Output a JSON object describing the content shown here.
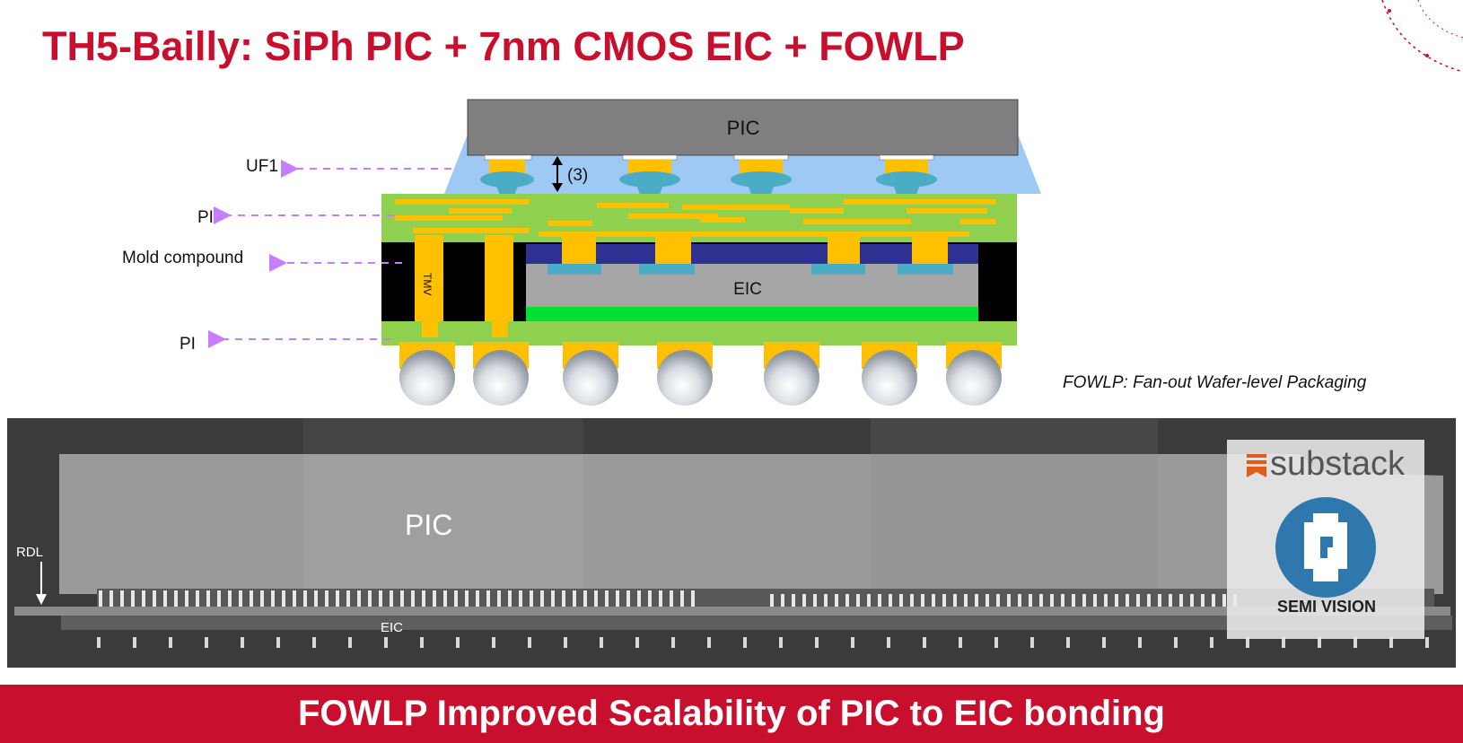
{
  "slide": {
    "title": "TH5-Bailly: SiPh PIC + 7nm CMOS EIC + FOWLP",
    "bottom_banner": "FOWLP Improved Scalability of PIC to EIC bonding",
    "accent_color": "#c8102e"
  },
  "schematic": {
    "pic_label": "PIC",
    "eic_label": "EIC",
    "tmv_label": "TMV",
    "gap_label": "(3)",
    "callouts": [
      "UF1",
      "PI",
      "Mold compound",
      "PI"
    ],
    "note": "FOWLP: Fan-out Wafer-level Packaging",
    "colors": {
      "pic": "#7f7f7f",
      "underfill": "#9ec9f5",
      "pi": "#8fd14f",
      "copper": "#ffc000",
      "mold": "#000000",
      "eic": "#a6a6a6",
      "dark_blue": "#2e3192",
      "pad": "#4bacc6",
      "green_die_attach": "#00e032",
      "arrow": "#c77dff"
    }
  },
  "micrograph": {
    "pic_label": "PIC",
    "eic_label": "EIC",
    "rdl_label": "RDL"
  },
  "watermark": {
    "brand": "substack",
    "name": "SEMI VISION",
    "icon": "semivision-logo-icon"
  }
}
